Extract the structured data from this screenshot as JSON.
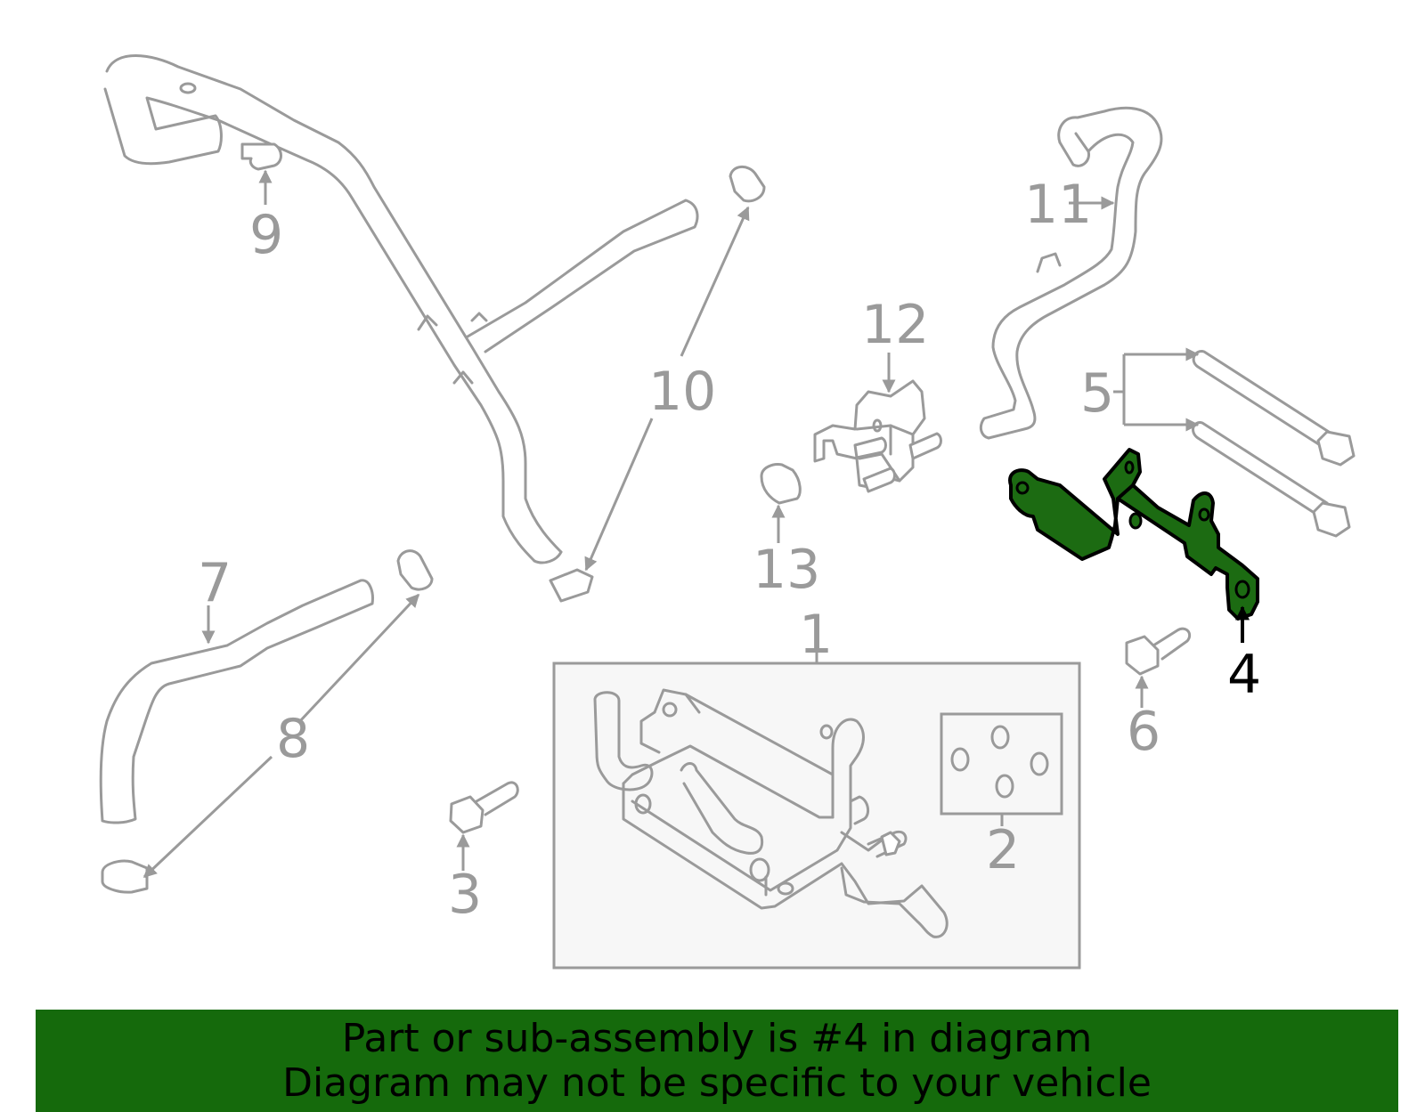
{
  "diagram": {
    "callouts": {
      "c1": "1",
      "c2": "2",
      "c3": "3",
      "c4": "4",
      "c5": "5",
      "c6": "6",
      "c7": "7",
      "c8": "8",
      "c9": "9",
      "c10": "10",
      "c11": "11",
      "c12": "12",
      "c13": "13"
    },
    "highlighted_part": "4",
    "highlight_color": "#1c6b12",
    "line_color": "#9a9a9a"
  },
  "banner": {
    "line1": "Part or sub-assembly is #4 in diagram",
    "line2": "Diagram may not be specific to your vehicle",
    "background": "#156a0c"
  }
}
